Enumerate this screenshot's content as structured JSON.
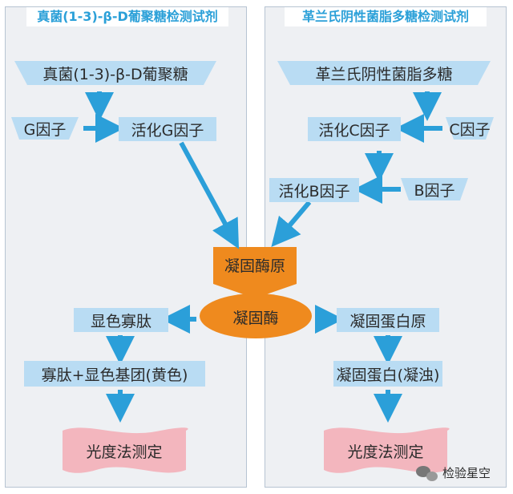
{
  "left_panel": {
    "title": "真菌(1-3)-β-D葡聚糖检测试剂",
    "glucan": "真菌(1-3)-β-D葡聚糖",
    "factor_g": "G因子",
    "activated_g": "活化G因子"
  },
  "right_panel": {
    "title": "革兰氏阴性菌脂多糖检测试剂",
    "lps": "革兰氏阴性菌脂多糖",
    "factor_c": "C因子",
    "activated_c": "活化C因子",
    "factor_b": "B因子",
    "activated_b": "活化B因子"
  },
  "center": {
    "proenzyme": "凝固酶原",
    "enzyme": "凝固酶"
  },
  "left_chain": {
    "peptide": "显色寡肽",
    "product": "寡肽+显色基团(黄色)",
    "measure": "光度法测定"
  },
  "right_chain": {
    "coagulogen": "凝固蛋白原",
    "coagulin": "凝固蛋白(凝浊)",
    "measure": "光度法测定"
  },
  "watermark": "检验星空",
  "colors": {
    "arrow": "#2b9fd9",
    "node_fill": "#b9dcf3",
    "title": "#2ba0d8",
    "orange": "#ef8a1e",
    "pink": "#f3b6be",
    "panel_bg": "#eef0f3"
  }
}
